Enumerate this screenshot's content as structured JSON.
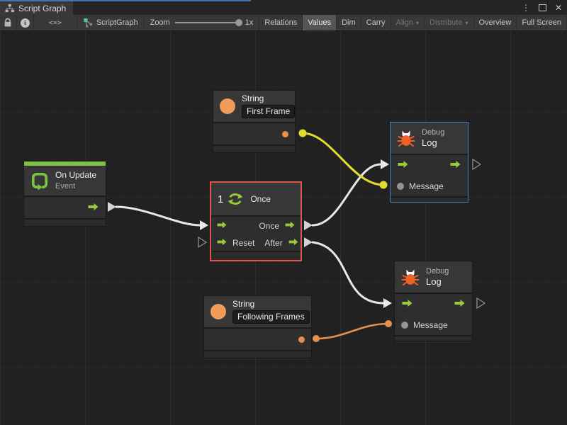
{
  "window": {
    "tab_title": "Script Graph",
    "menu_glyph": "⋮",
    "close_glyph": "✕"
  },
  "toolbar": {
    "info_glyph": "i",
    "code_glyph": "<×>",
    "graph_name": "ScriptGraph",
    "zoom_label": "Zoom",
    "zoom_value": "1x",
    "dropdown_glyph": "▾",
    "buttons": {
      "relations": "Relations",
      "values": "Values",
      "dim": "Dim",
      "carry": "Carry",
      "align": "Align",
      "distribute": "Distribute",
      "overview": "Overview",
      "full_screen": "Full Screen"
    }
  },
  "nodes": {
    "string_first": {
      "title": "String",
      "value": "First Frame"
    },
    "on_update": {
      "title": "On Update",
      "subtitle": "Event"
    },
    "once": {
      "badge": "1",
      "title": "Once",
      "out_once_label": "Once",
      "in_reset_label": "Reset",
      "out_after_label": "After"
    },
    "debug_log_top": {
      "surtitle": "Debug",
      "title": "Log",
      "message_label": "Message"
    },
    "debug_log_bottom": {
      "surtitle": "Debug",
      "title": "Log",
      "message_label": "Message"
    },
    "string_following": {
      "title": "String",
      "value": "Following Frames"
    }
  },
  "colors": {
    "flow_green": "#99cb3c",
    "node_orange": "#f09b59",
    "bug_orange": "#f06029",
    "selection_red": "#e0544b",
    "selection_blue": "#4080be",
    "wire_white": "#e8e8e8",
    "wire_yellow": "#e2db30",
    "wire_orange": "#e8914e",
    "port_triangle": "#d2d2d2"
  }
}
